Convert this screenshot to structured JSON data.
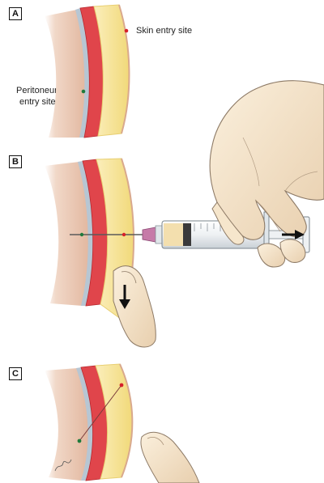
{
  "panels": [
    {
      "tag": "A"
    },
    {
      "tag": "B"
    },
    {
      "tag": "C"
    }
  ],
  "labels": {
    "skin_entry": "Skin entry site",
    "peritoneum_entry_line1": "Peritoneum",
    "peritoneum_entry_line2": "entry site"
  },
  "colors": {
    "skin": "#e9c9b4",
    "skin_shade": "#caa08a",
    "muscle": "#e0454b",
    "muscle_dark": "#b8282e",
    "fat": "#f7e7a2",
    "fat_edge": "#e8cf72",
    "peritoneum": "#a8b9c8",
    "site_dot_skin": "#d6202a",
    "site_dot_peritoneum": "#1f7a3b",
    "hand": "#f3e1c6",
    "hand_outline": "#8d7a66",
    "syringe_fluid": "#f3dfae",
    "plunger": "#3a3a3a"
  },
  "icons": [
    "downward-arrow-icon",
    "rightward-arrow-icon"
  ]
}
